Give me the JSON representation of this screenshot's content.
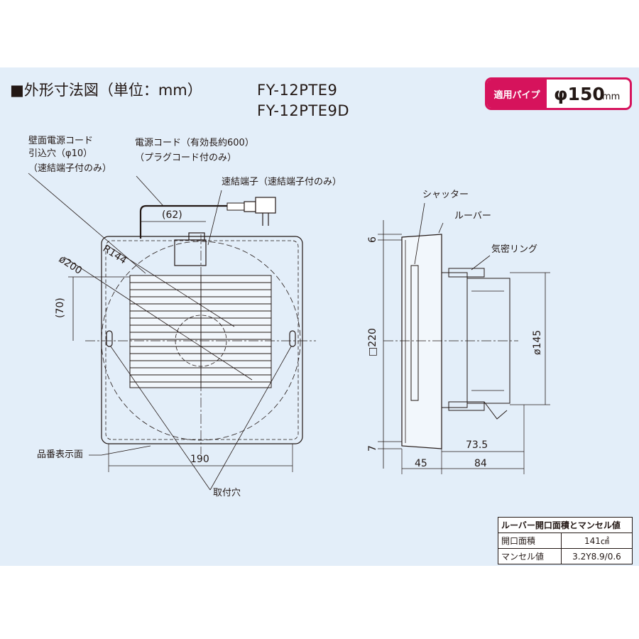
{
  "heading": {
    "title": "■外形寸法図（単位：mm）",
    "models": [
      "FY-12PTE9",
      "FY-12PTE9D"
    ]
  },
  "pipe": {
    "label": "適用パイプ",
    "value": "φ150",
    "unit": "mm"
  },
  "front_view": {
    "cord_hole": [
      "壁面電源コード",
      "引込穴（φ10）",
      "（速結端子付のみ）"
    ],
    "power_cord": [
      "電源コード（有効長約600）",
      "（プラグコード付のみ）"
    ],
    "terminal": "速結端子（速結端子付のみ）",
    "dim_62": "(62)",
    "dim_dia200": "ø200",
    "dim_r144": "R144",
    "dim_70": "(70)",
    "dim_190": "190",
    "model_face": "品番表示面",
    "mount_hole": "取付穴"
  },
  "side_view": {
    "shutter": "シャッター",
    "louver": "ルーバー",
    "seal_ring": "気密リング",
    "dim_6": "6",
    "dim_220": "□220",
    "dim_7": "7",
    "dim_dia145": "ø145",
    "dim_73_5": "73.5",
    "dim_45": "45",
    "dim_84": "84"
  },
  "louver_table": {
    "header": "ルーバー開口面積とマンセル値",
    "rows": [
      {
        "label": "開口面積",
        "value": "141㎠"
      },
      {
        "label": "マンセル値",
        "value": "3.2Y8.9/0.6"
      }
    ]
  }
}
